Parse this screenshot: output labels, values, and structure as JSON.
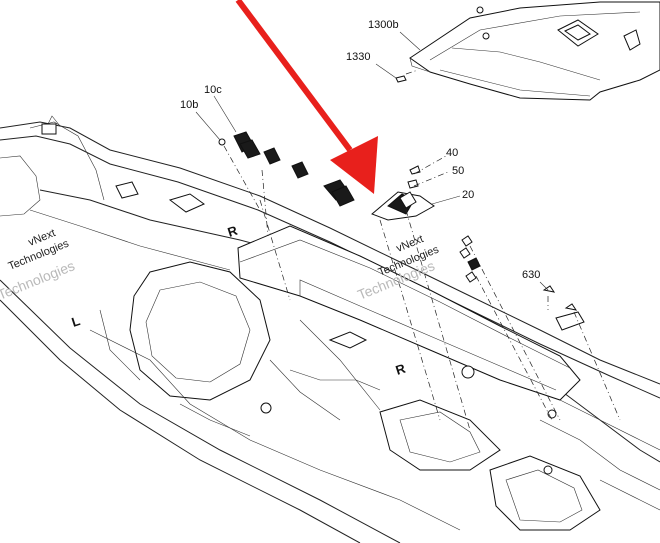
{
  "callouts": {
    "c1300b": "1300b",
    "c1330": "1330",
    "c10c": "10c",
    "c10b": "10b",
    "c40": "40",
    "c50": "50",
    "c20": "20",
    "c630": "630"
  },
  "marks": {
    "r_upper": "R",
    "r_lower": "R",
    "l_left": "L"
  },
  "watermark": {
    "line1": "vNext",
    "line2": "Technologies"
  },
  "colors": {
    "arrow": "#e8201c",
    "lines": "#222222",
    "watermark": "#b9b9b9"
  }
}
